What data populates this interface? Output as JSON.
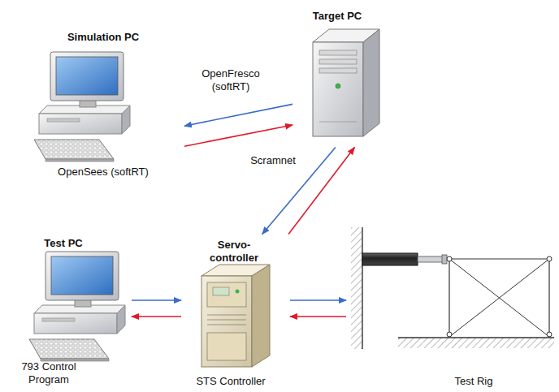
{
  "diagram": {
    "nodes": [
      {
        "text": [
          "Simulation PC",
          "OpenSees (softRT)"
        ]
      },
      {
        "text": [
          "Target PC"
        ]
      },
      {
        "text": [
          "Test PC",
          "793 Control Program"
        ]
      },
      {
        "text": [
          "Servo- controller",
          "STS Controller"
        ]
      },
      {
        "text": [
          "Test Rig"
        ]
      }
    ],
    "edges": [
      {
        "from": 1,
        "to": 0,
        "arrow": "to",
        "label": "OpenFresco (softRT)"
      },
      {
        "from": 0,
        "to": 1,
        "arrow": "to"
      },
      {
        "from": 1,
        "to": 3,
        "arrow": "to",
        "label": "Scramnet"
      },
      {
        "from": 3,
        "to": 1,
        "arrow": "to"
      },
      {
        "from": 2,
        "to": 3,
        "arrow": "to"
      },
      {
        "from": 3,
        "to": 2,
        "arrow": "to"
      },
      {
        "from": 3,
        "to": 4,
        "arrow": "to"
      },
      {
        "from": 4,
        "to": 3,
        "arrow": "to"
      }
    ]
  }
}
